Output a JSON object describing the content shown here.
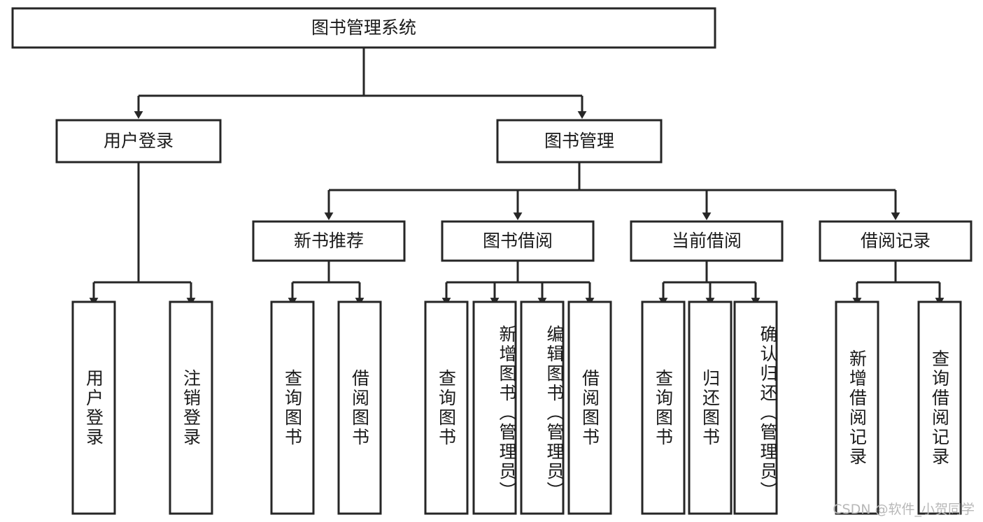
{
  "diagram": {
    "title": "图书管理系统",
    "watermark": "CSDN @软件_小贺同学",
    "colors": {
      "stroke": "#262626",
      "fill": "#ffffff",
      "text": "#1a1a1a",
      "watermark": "#b8b8b8",
      "background": "#ffffff"
    },
    "levels": {
      "root": {
        "label": "图书管理系统"
      },
      "level2": [
        {
          "label": "用户登录"
        },
        {
          "label": "图书管理"
        }
      ],
      "level3": [
        {
          "label": "新书推荐"
        },
        {
          "label": "图书借阅"
        },
        {
          "label": "当前借阅"
        },
        {
          "label": "借阅记录"
        }
      ],
      "leaves_user_login": [
        {
          "label": "用户登录"
        },
        {
          "label": "注销登录"
        }
      ],
      "leaves_new_book": [
        {
          "label": "查询图书"
        },
        {
          "label": "借阅图书"
        }
      ],
      "leaves_borrow": [
        {
          "label": "查询图书"
        },
        {
          "label": "新增图书（管理员）"
        },
        {
          "label": "编辑图书（管理员）"
        },
        {
          "label": "借阅图书"
        }
      ],
      "leaves_current": [
        {
          "label": "查询图书"
        },
        {
          "label": "归还图书"
        },
        {
          "label": "确认归还（管理员）"
        }
      ],
      "leaves_records": [
        {
          "label": "新增借阅记录"
        },
        {
          "label": "查询借阅记录"
        }
      ]
    }
  }
}
